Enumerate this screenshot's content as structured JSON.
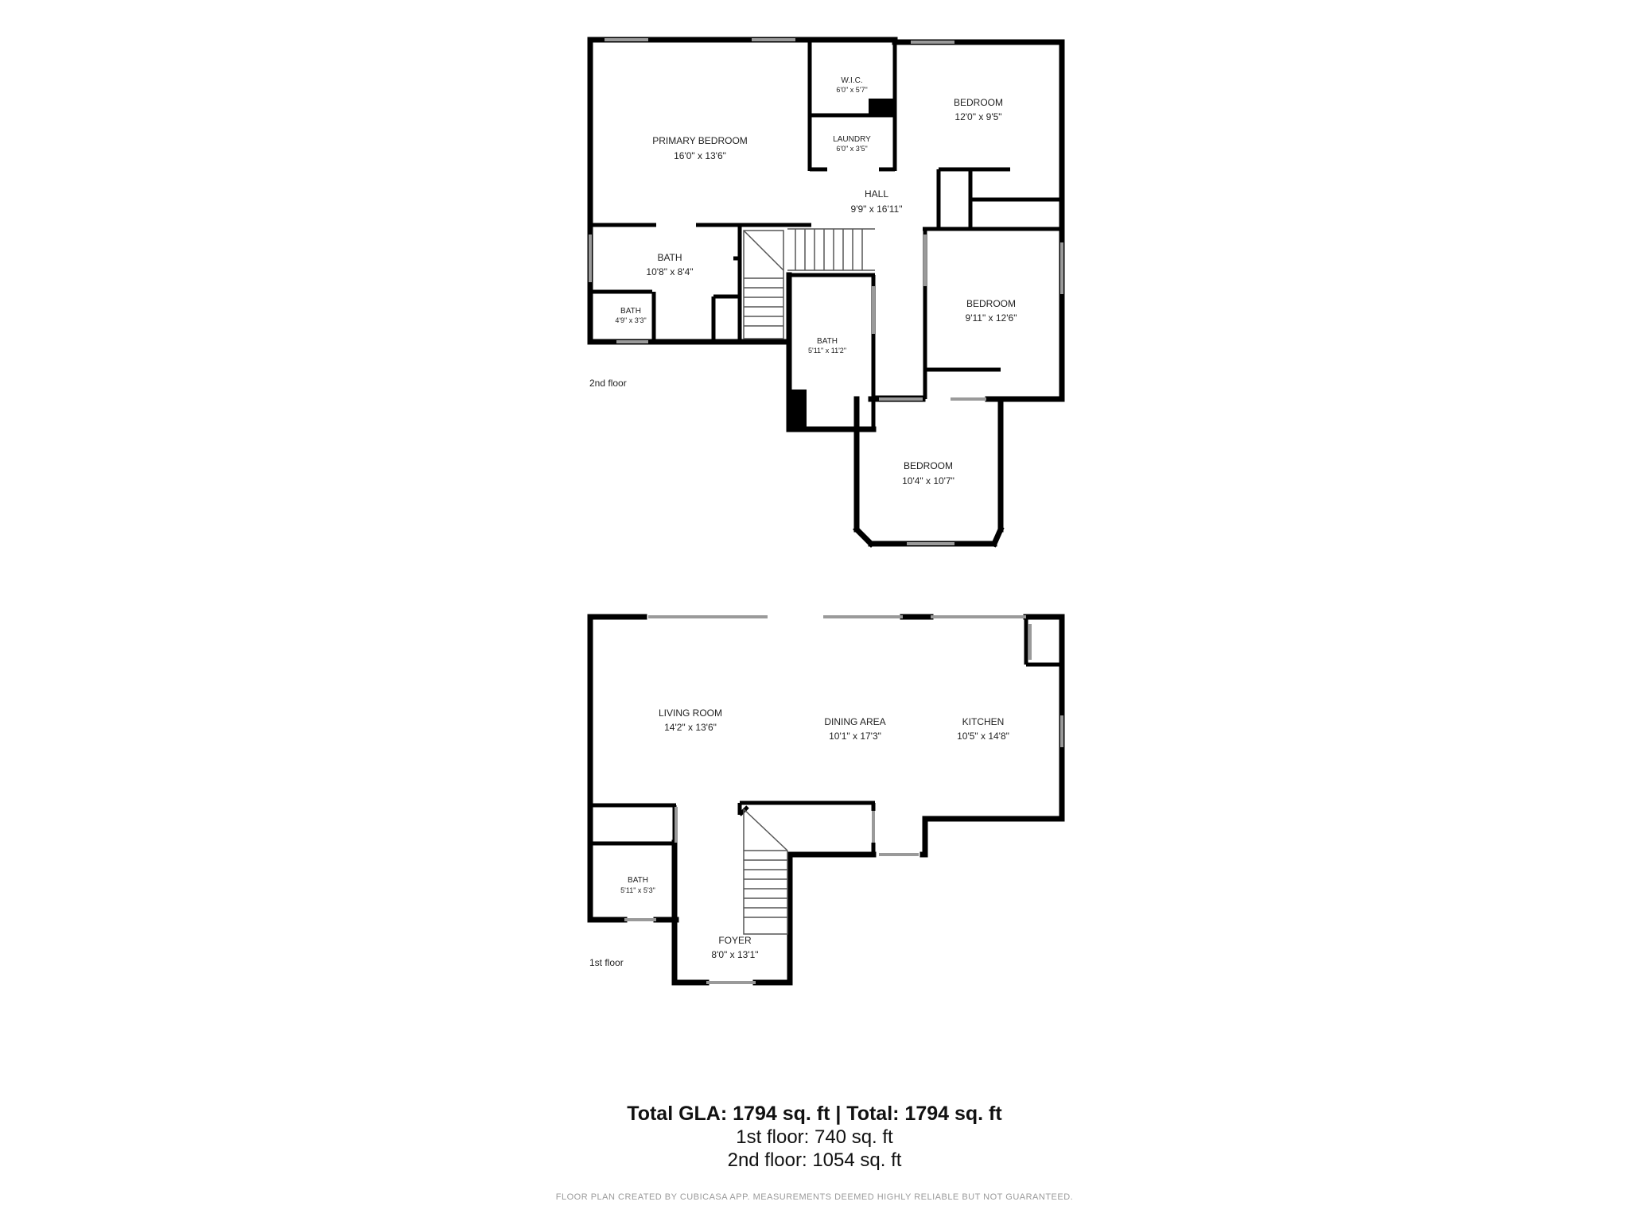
{
  "colors": {
    "wall": "#000000",
    "window": "#9a9a9a",
    "text": "#222222",
    "disclaimer": "#9a9a9a"
  },
  "floors": {
    "second": {
      "label": "2nd floor",
      "rooms": [
        {
          "name": "PRIMARY BEDROOM",
          "dims": "16'0\" x 13'6\""
        },
        {
          "name": "W.I.C.",
          "dims": "6'0\" x 5'7\""
        },
        {
          "name": "LAUNDRY",
          "dims": "6'0\" x 3'5\""
        },
        {
          "name": "BEDROOM",
          "dims": "12'0\" x 9'5\""
        },
        {
          "name": "HALL",
          "dims": "9'9\" x 16'11\""
        },
        {
          "name": "BATH",
          "dims": "10'8\" x 8'4\""
        },
        {
          "name": "BATH",
          "dims": "4'9\" x 3'3\""
        },
        {
          "name": "BATH",
          "dims": "5'11\" x 11'2\""
        },
        {
          "name": "BEDROOM",
          "dims": "9'11\" x 12'6\""
        },
        {
          "name": "BEDROOM",
          "dims": "10'4\" x 10'7\""
        }
      ]
    },
    "first": {
      "label": "1st floor",
      "rooms": [
        {
          "name": "LIVING ROOM",
          "dims": "14'2\" x 13'6\""
        },
        {
          "name": "DINING AREA",
          "dims": "10'1\" x 17'3\""
        },
        {
          "name": "KITCHEN",
          "dims": "10'5\" x 14'8\""
        },
        {
          "name": "BATH",
          "dims": "5'11\" x 5'3\""
        },
        {
          "name": "FOYER",
          "dims": "8'0\" x 13'1\""
        }
      ]
    }
  },
  "summary": {
    "total": "Total GLA: 1794 sq. ft | Total: 1794 sq. ft",
    "first_floor": "1st floor: 740 sq. ft",
    "second_floor": "2nd floor: 1054 sq. ft"
  },
  "disclaimer": "FLOOR PLAN CREATED BY CUBICASA APP. MEASUREMENTS DEEMED HIGHLY RELIABLE BUT NOT GUARANTEED."
}
